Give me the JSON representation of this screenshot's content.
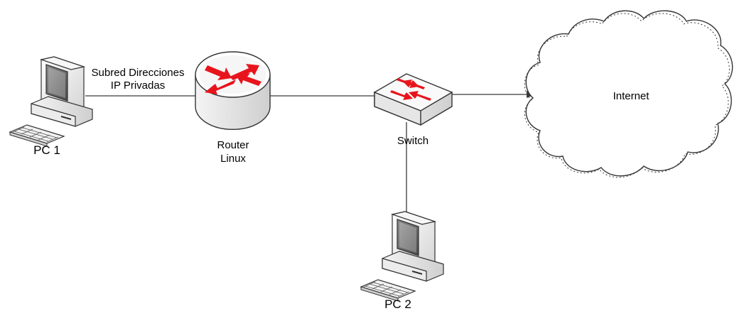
{
  "nodes": {
    "pc1": {
      "label": "PC 1"
    },
    "pc2": {
      "label": "PC 2"
    },
    "router": {
      "label_line1": "Router",
      "label_line2": "Linux"
    },
    "switch": {
      "label": "Switch"
    },
    "internet": {
      "label": "Internet"
    }
  },
  "links": {
    "pc1_router": {
      "label_line1": "Subred Direcciones",
      "label_line2": "IP Privadas"
    }
  },
  "icons": {
    "router": "router-icon",
    "switch": "switch-icon",
    "pc": "desktop-computer-icon",
    "cloud": "cloud-icon"
  },
  "colors": {
    "arrow_red": "#e8141c",
    "line": "#3a3a3a",
    "device_gray": "#e9e9e9"
  }
}
